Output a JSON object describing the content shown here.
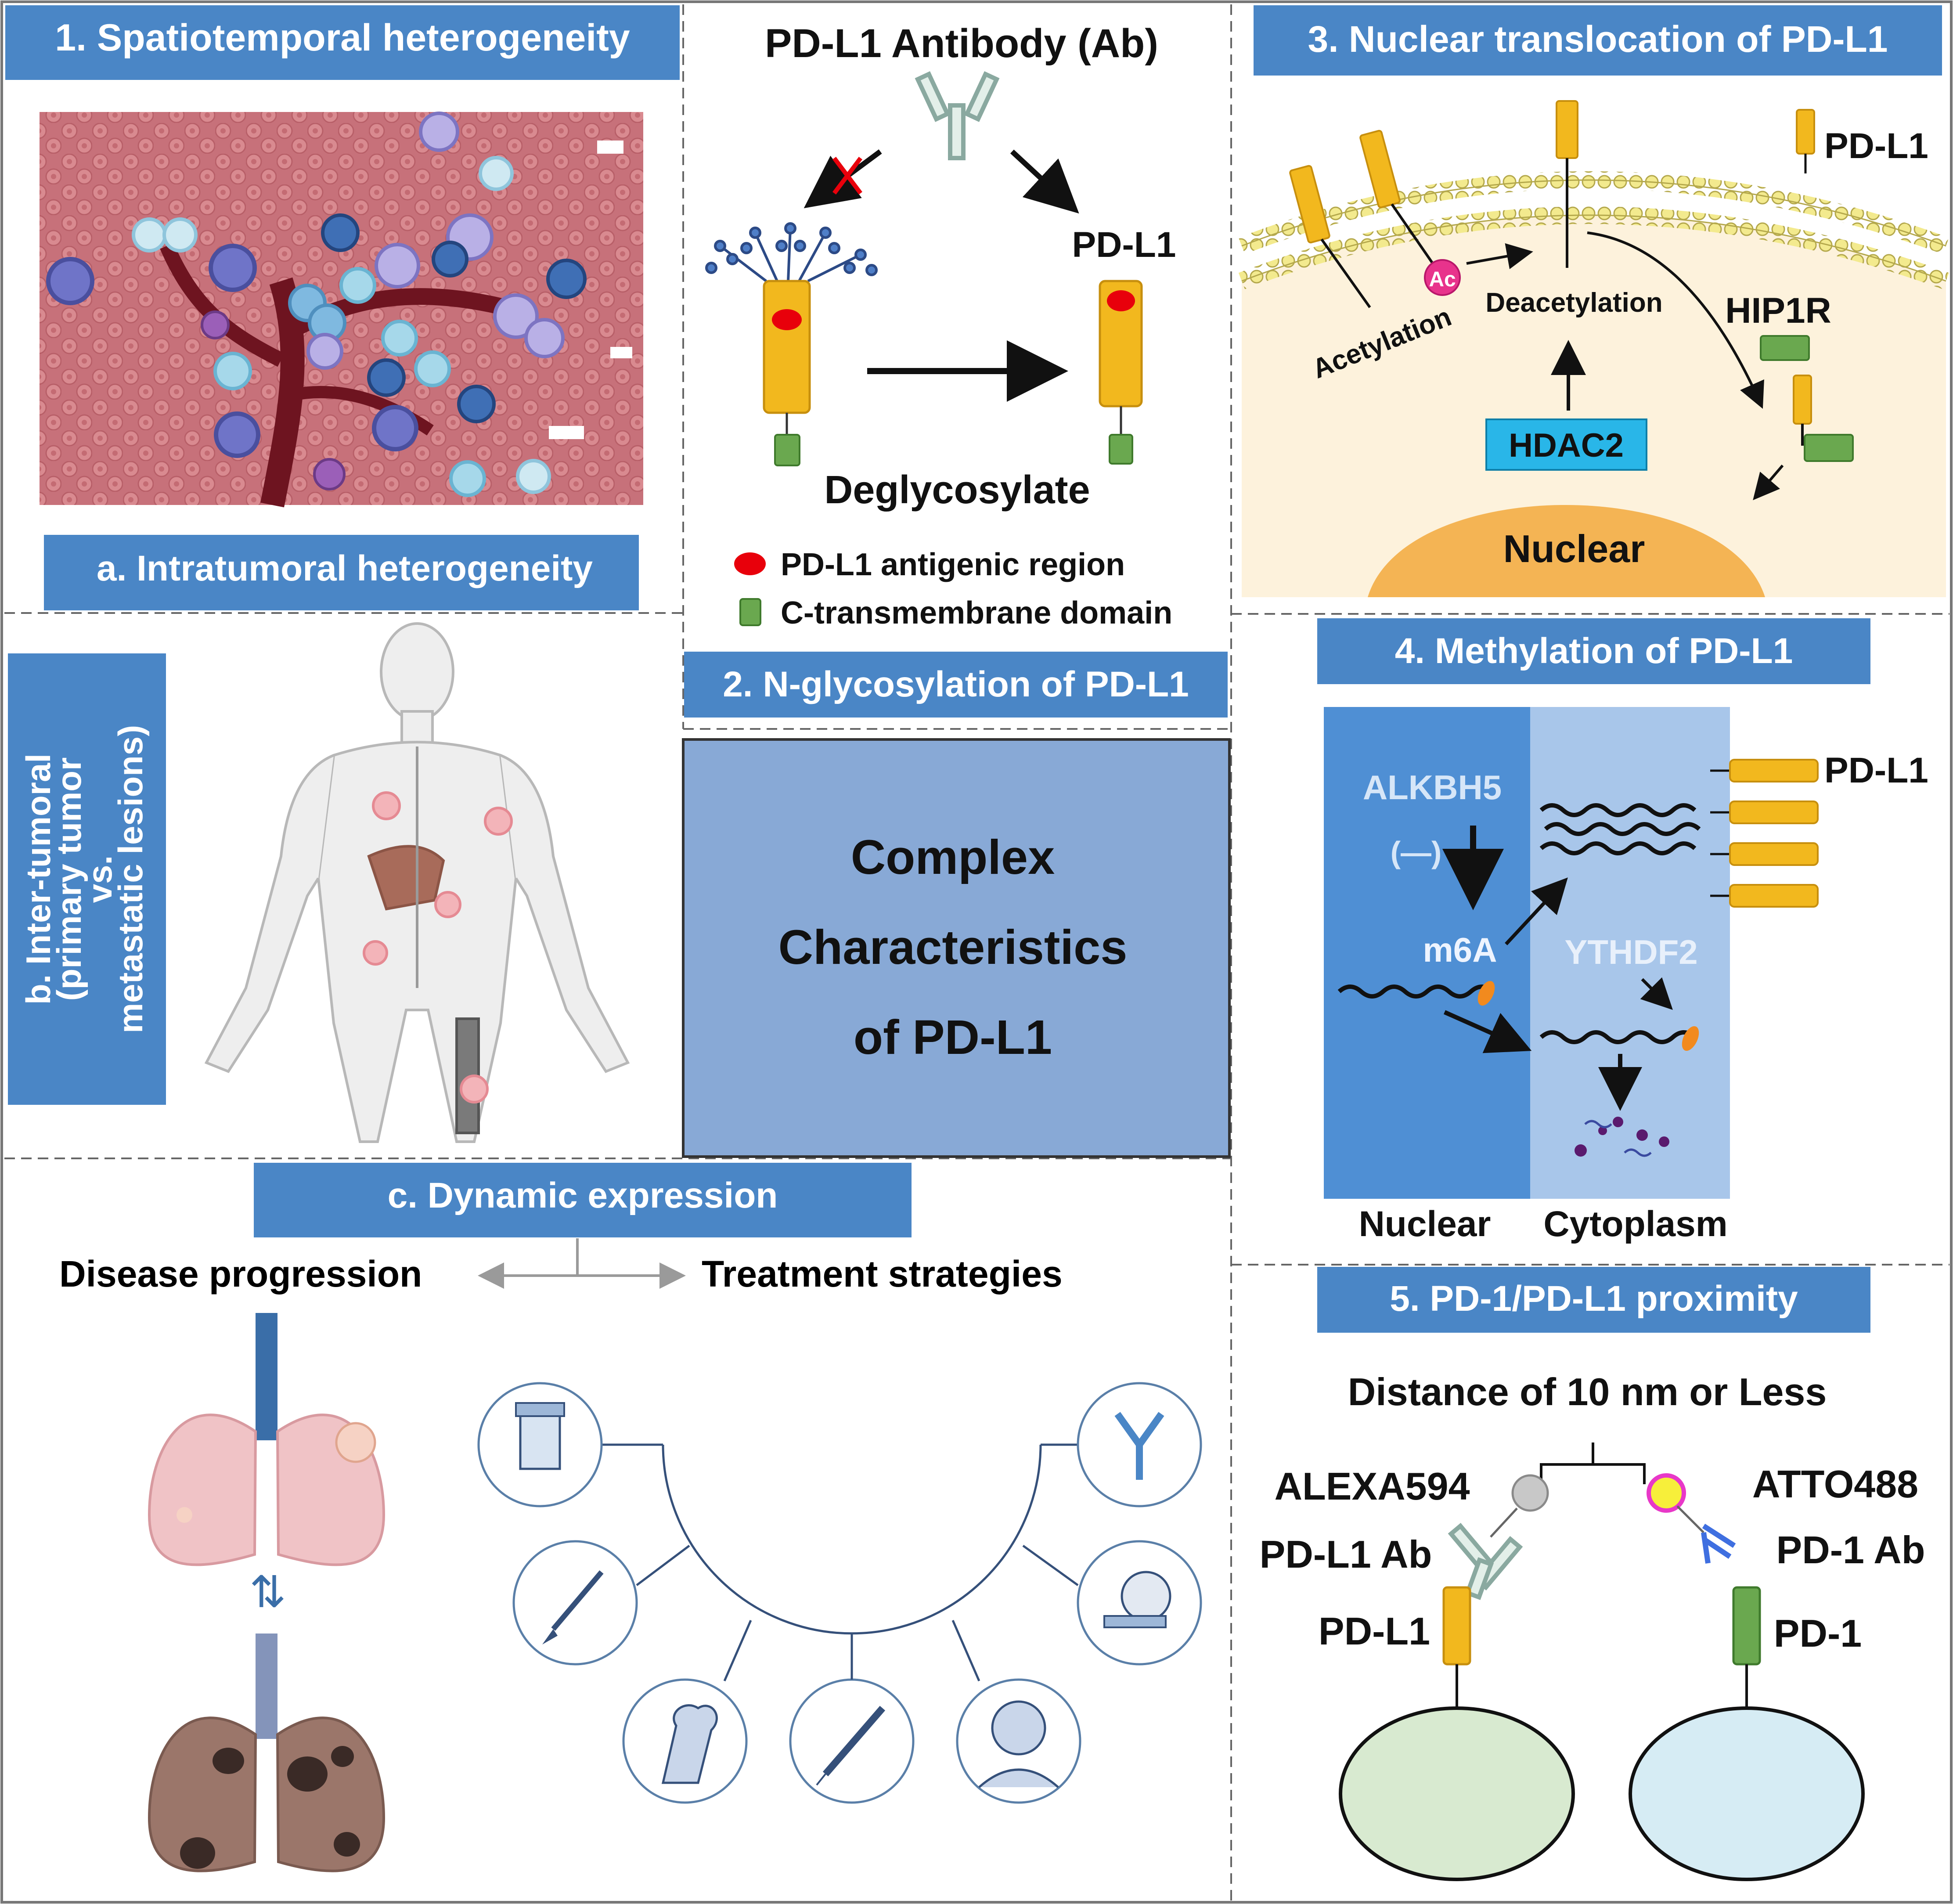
{
  "section1": {
    "title": "1. Spatiotemporal heterogeneity",
    "sub_a": "a. Intratumoral heterogeneity",
    "sub_b_line1": "b. Inter-tumoral",
    "sub_b_line2": "(primary tumor",
    "sub_b_line3": "vs.",
    "sub_b_line4": "metastatic lesions)",
    "sub_c": "c. Dynamic expression",
    "disease_progression": "Disease progression",
    "treatment_strategies": "Treatment strategies"
  },
  "section2": {
    "antibody_label": "PD-L1 Antibody  (Ab)",
    "pdl1_label": "PD-L1",
    "deglycosylate": "Deglycosylate",
    "legend_antigenic": "PD-L1 antigenic region",
    "legend_transmembrane": "C-transmembrane domain",
    "title": "2. N-glycosylation of PD-L1"
  },
  "center": {
    "line1": "Complex",
    "line2": "Characteristics",
    "line3": "of PD-L1"
  },
  "section3": {
    "title": "3. Nuclear translocation of PD-L1",
    "pdl1_key": "PD-L1",
    "ac": "Ac",
    "acetylation": "Acetylation",
    "deacetylation": "Deacetylation",
    "hip1r": "HIP1R",
    "hdac2": "HDAC2",
    "nuclear": "Nuclear"
  },
  "section4": {
    "title": "4. Methylation of PD-L1",
    "alkbh5": "ALKBH5",
    "minus": "(—)",
    "m6a": "m6A",
    "ythdf2": "YTHDF2",
    "pdl1": "PD-L1",
    "nuclear": "Nuclear",
    "cytoplasm": "Cytoplasm"
  },
  "section5": {
    "title": "5. PD-1/PD-L1 proximity",
    "distance": "Distance of 10 nm or Less",
    "alexa": "ALEXA594",
    "atto": "ATTO488",
    "pdl1_ab": "PD-L1 Ab",
    "pd1_ab": "PD-1 Ab",
    "pdl1": "PD-L1",
    "pd1": "PD-1"
  },
  "colors": {
    "header_blue": "#4a86c6",
    "center_box": "#88a9d6",
    "pdl1_yellow": "#f2b81e",
    "tm_green": "#6aa84f",
    "antigen_red": "#e8000b",
    "cell_bg": "#fdf2dc",
    "nucleus_orange": "#f4b454",
    "hdac_cyan": "#29b6e8",
    "nuclear_blue": "#4f8fd4",
    "cyto_blue": "#a8c6ea",
    "circle_outline": "#5a7fa8"
  }
}
